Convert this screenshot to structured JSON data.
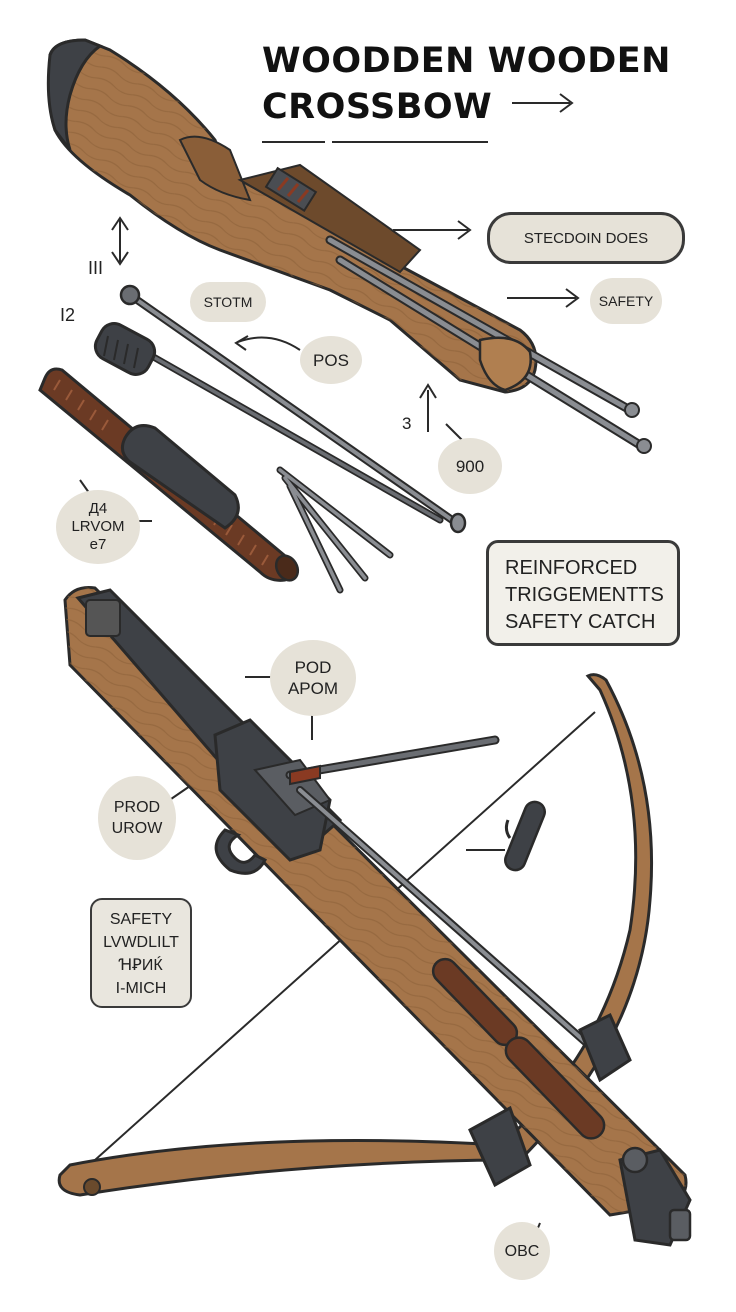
{
  "title": {
    "line1": "WOODDEN WOODEN",
    "line2": "CROSSBOW"
  },
  "callouts": {
    "stecdoin": "STECDOIN DOES",
    "safety_pill": "SAFETY",
    "stotm": "STOTM",
    "pos": "POS",
    "num3": "3",
    "num900": "900",
    "lrvom": [
      "Д4",
      "LRVOM",
      "е7"
    ],
    "reinforced": [
      "REINFORCED",
      "TRIGGEMENTTS",
      "SAFETY CATCH"
    ],
    "pod_apom": [
      "POD",
      "APOM"
    ],
    "prod_urow": [
      "PROD",
      "UROW"
    ],
    "safety_box": [
      "SAFETY",
      "LVWDLILT",
      "ꞪꝐИЌ",
      "I-MICH"
    ],
    "obc": "OBC",
    "side_marks": [
      "III",
      "Ι2"
    ]
  },
  "colors": {
    "wood": "#a5754a",
    "wood_dark": "#7a5230",
    "metal": "#4a4d52",
    "metal_light": "#8a8d92",
    "grip": "#6b3a24",
    "outline": "#2a2a2a",
    "pill_bg": "#e6e2d8"
  }
}
